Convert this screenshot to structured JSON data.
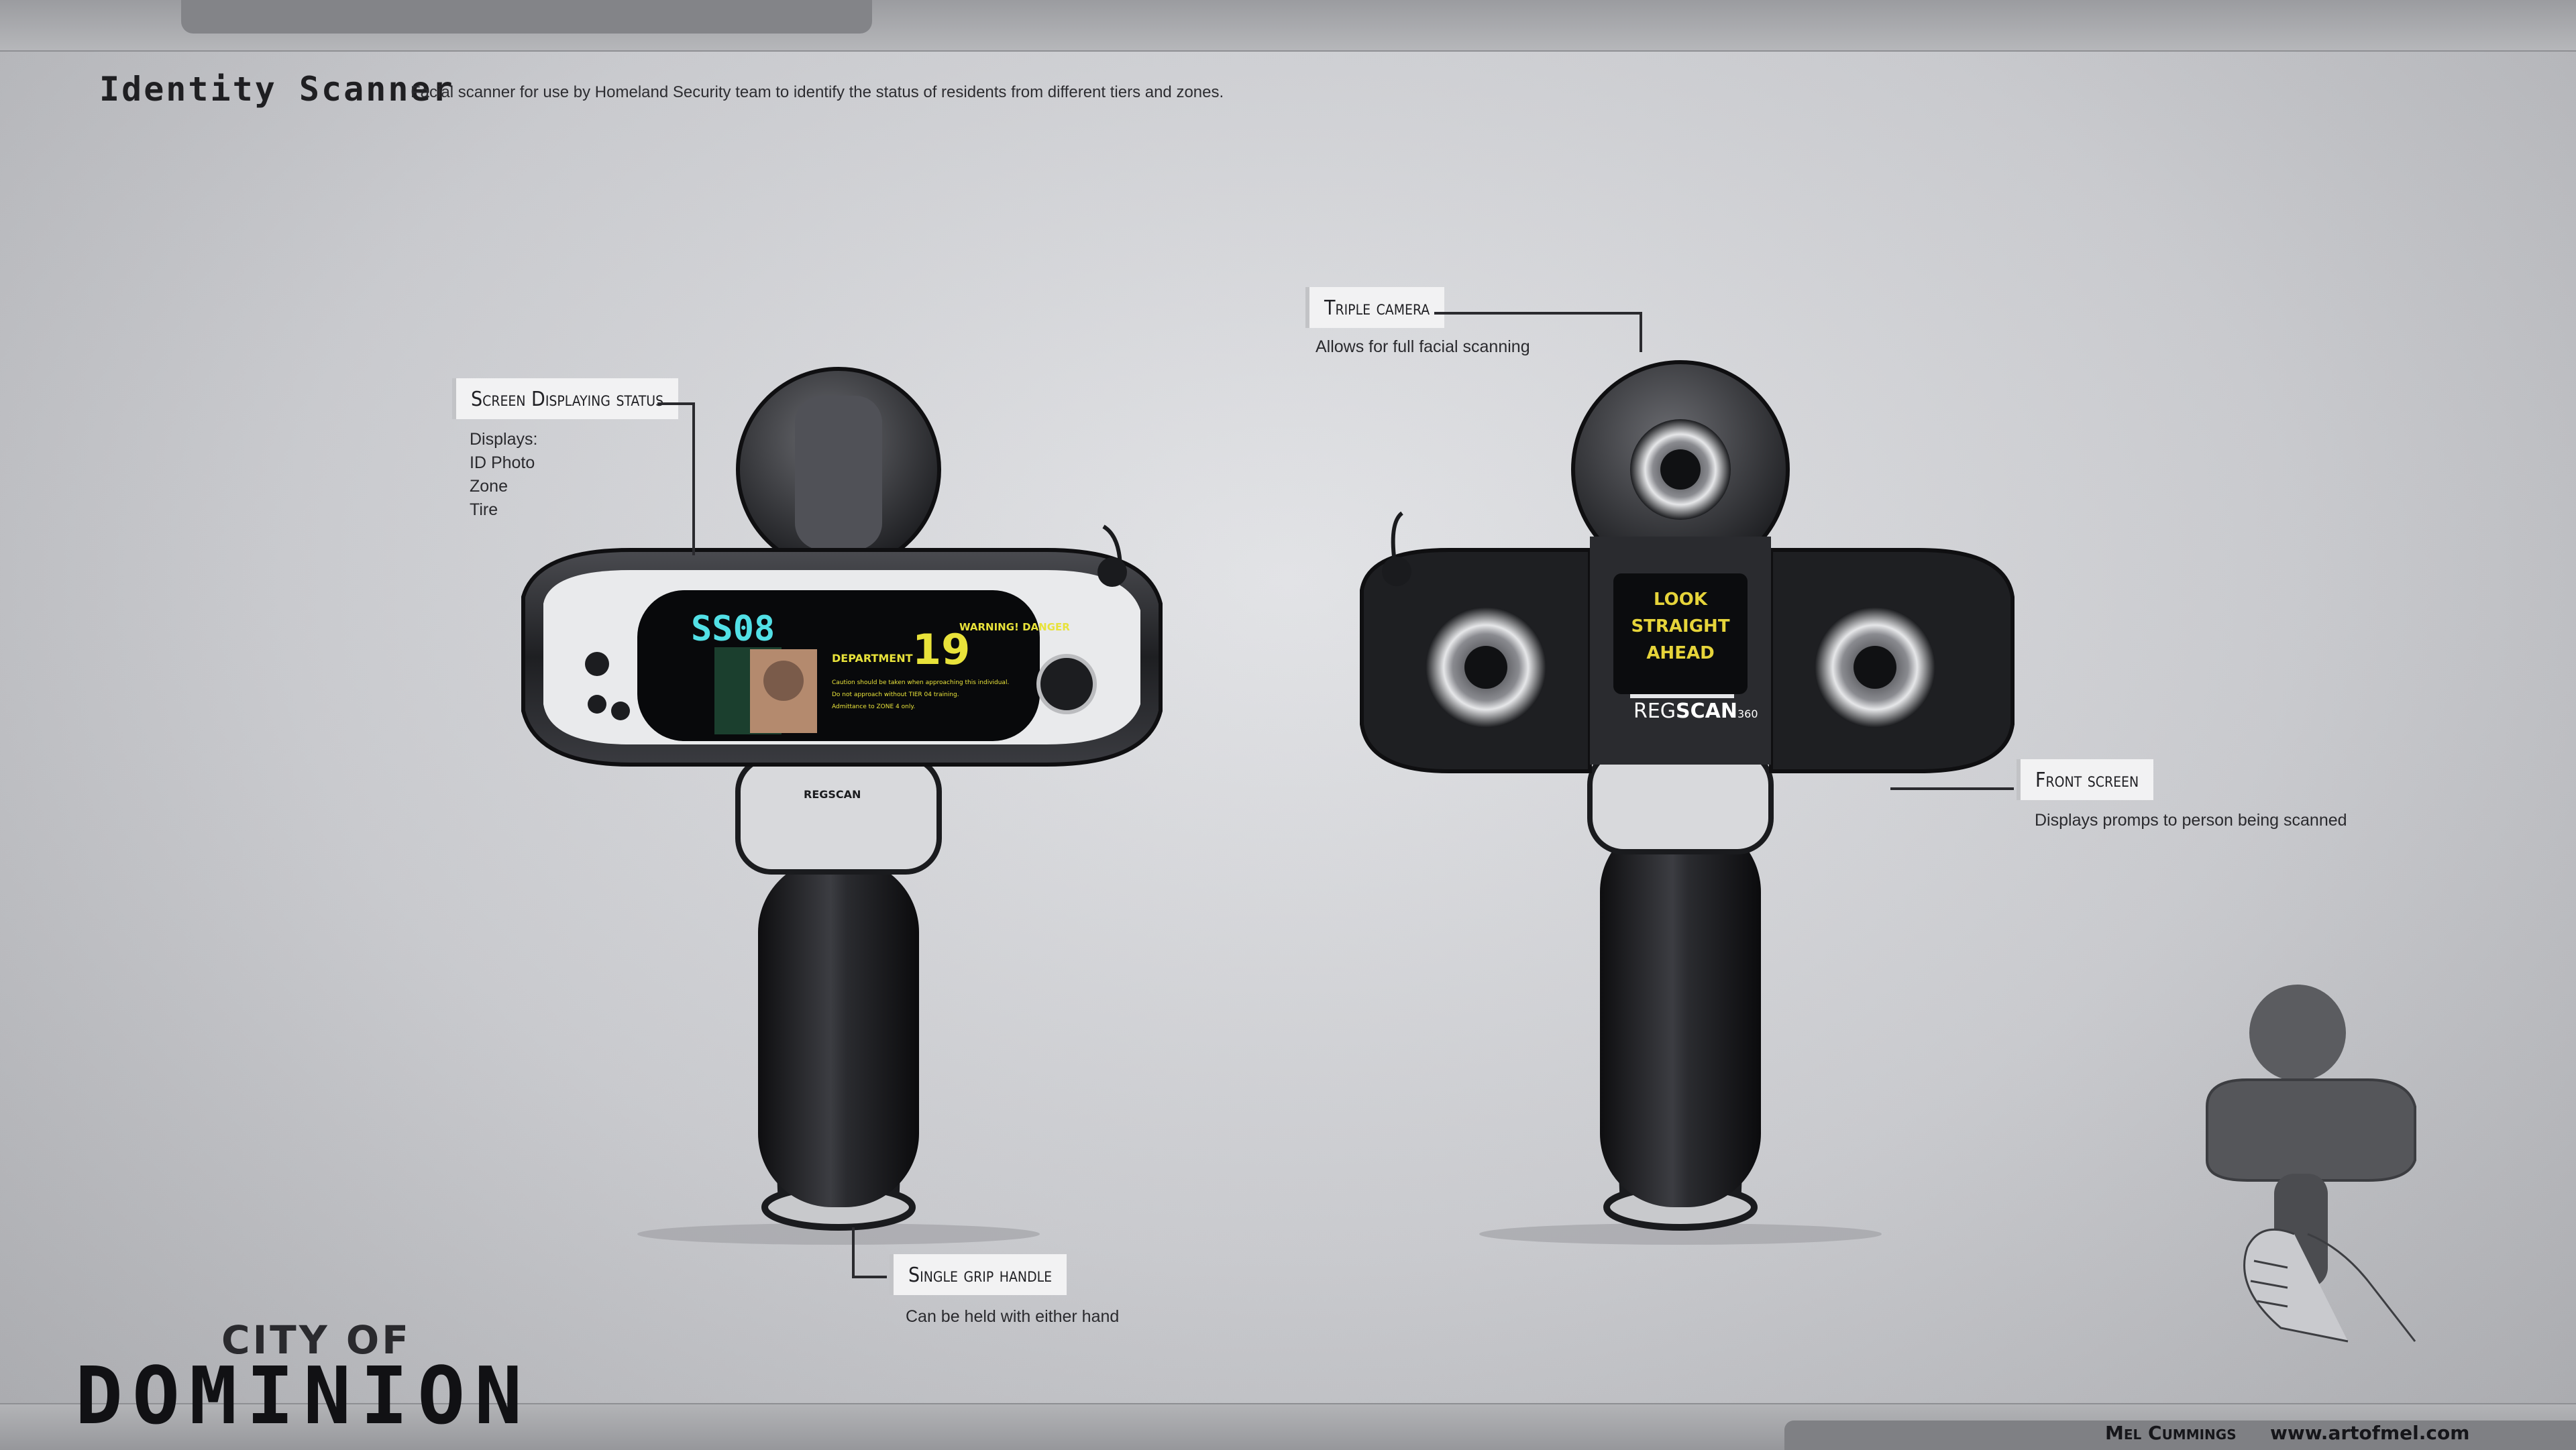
{
  "title": "Identity Scanner",
  "subtitle": "Facial scanner for use by Homeland Security team to identify the status of residents from different tiers and zones.",
  "callouts": {
    "screen": {
      "label": "Screen Displaying status",
      "lines": [
        "Displays:",
        "ID Photo",
        "Zone",
        "Tire"
      ]
    },
    "triple_camera": {
      "label": "Triple camera",
      "lines": [
        "Allows for full facial scanning"
      ]
    },
    "front_screen": {
      "label": "Front screen",
      "lines": [
        "Displays promps to person being scanned"
      ]
    },
    "grip": {
      "label": "Single grip handle",
      "lines": [
        "Can be held with either hand"
      ]
    }
  },
  "back_screen": {
    "code": "SS08",
    "department": "DEPARTMENT",
    "number": "19",
    "warning": "WARNING! DANGER",
    "caution_lines": [
      "Caution should be taken when approaching this individual.",
      "Do not approach without TIER 04 training.",
      "Admittance to ZONE 4 only."
    ]
  },
  "front_display": {
    "lines": [
      "LOOK",
      "STRAIGHT",
      "AHEAD"
    ],
    "brand_bold": "REG",
    "brand_bold2": "SCAN",
    "brand_suffix": "360"
  },
  "brand": {
    "line1": "CITY OF",
    "line2": "DOMINION"
  },
  "credits": {
    "artist": "Mel Cummings",
    "url": "www.artofmel.com"
  },
  "colors": {
    "screen_cyan": "#52e0e6",
    "screen_yellow": "#e8e23a",
    "display_yellow": "#e6d43a"
  }
}
